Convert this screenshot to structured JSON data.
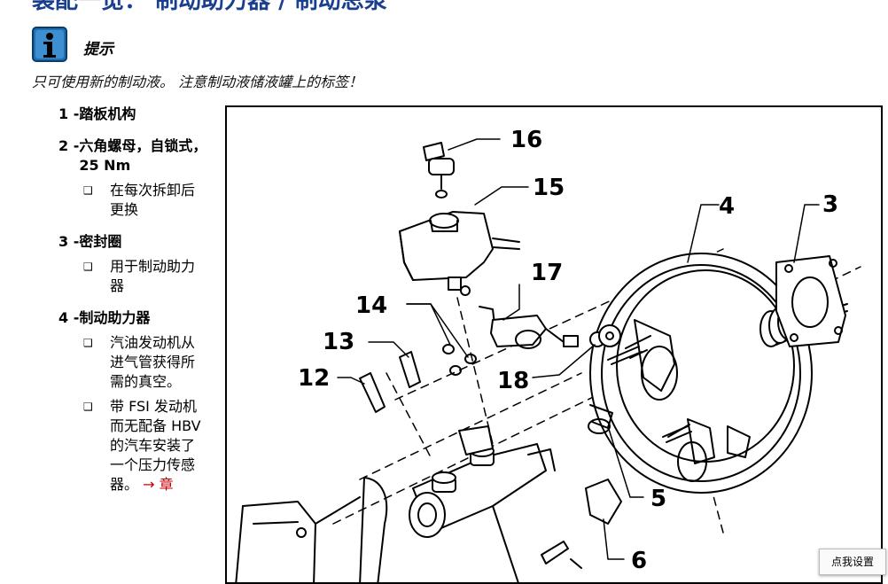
{
  "header": {
    "title": "装配一览：  制动助力器 / 制动总泵"
  },
  "note": {
    "icon": "info-icon",
    "label": "提示",
    "text": "只可使用新的制动液。 注意制动液储液罐上的标签！"
  },
  "items": [
    {
      "num": "1 - ",
      "label": "踏板机构",
      "subs": []
    },
    {
      "num": "2 - ",
      "label": "六角螺母，自锁式，25 Nm",
      "subs": [
        {
          "text": "在每次拆卸后更换"
        }
      ]
    },
    {
      "num": "3 - ",
      "label": "密封圈",
      "subs": [
        {
          "text": "用于制动助力器"
        }
      ]
    },
    {
      "num": "4 - ",
      "label": "制动助力器",
      "subs": [
        {
          "text": "汽油发动机从进气管获得所需的真空。"
        },
        {
          "text": "带 FSI 发动机而无配备 HBV 的汽车安装了一个压力传感器。",
          "ref": "→ 章"
        }
      ]
    }
  ],
  "diagram": {
    "callouts": [
      "16",
      "15",
      "4",
      "3",
      "17",
      "14",
      "13",
      "18",
      "12",
      "5",
      "6"
    ]
  },
  "settings_button": {
    "label": "点我设置"
  },
  "colors": {
    "title": "#1a3f8f",
    "link": "#c0000a",
    "icon_bg": "#1f6fb2"
  }
}
